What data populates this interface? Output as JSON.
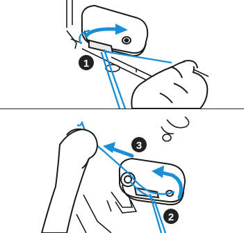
{
  "colors": {
    "thread": "#1a8fd6",
    "outline": "#1a1a1a",
    "fill": "#ffffff",
    "shade": "#d8d8d8",
    "badge": "#222222"
  },
  "steps": [
    {
      "number": "1"
    },
    {
      "number": "2"
    },
    {
      "number": "3"
    }
  ],
  "icons": {
    "hand": "hand-icon",
    "thread": "thread-icon",
    "arrow": "arrow-icon"
  }
}
